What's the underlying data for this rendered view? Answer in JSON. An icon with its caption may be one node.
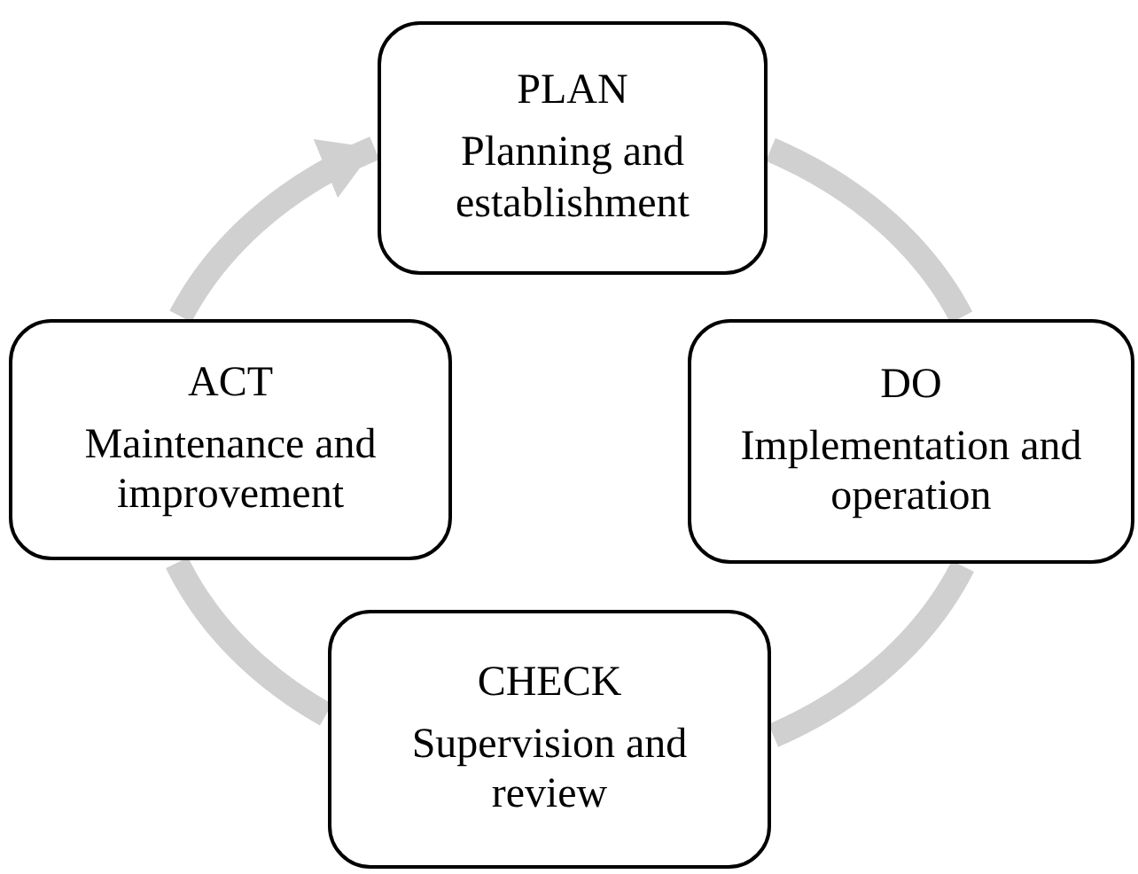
{
  "diagram": {
    "nodes": [
      {
        "text": [
          "PLAN",
          "Planning and establishment"
        ]
      },
      {
        "text": [
          "DO",
          "Implementation and operation"
        ]
      },
      {
        "text": [
          "CHECK",
          "Supervision and review"
        ]
      },
      {
        "text": [
          "ACT",
          "Maintenance and improvement"
        ]
      }
    ],
    "edges": [
      {
        "from": 0,
        "to": 1,
        "arrow": "none"
      },
      {
        "from": 1,
        "to": 2,
        "arrow": "none"
      },
      {
        "from": 2,
        "to": 3,
        "arrow": "none"
      },
      {
        "from": 3,
        "to": 0,
        "arrow": "to"
      }
    ]
  }
}
